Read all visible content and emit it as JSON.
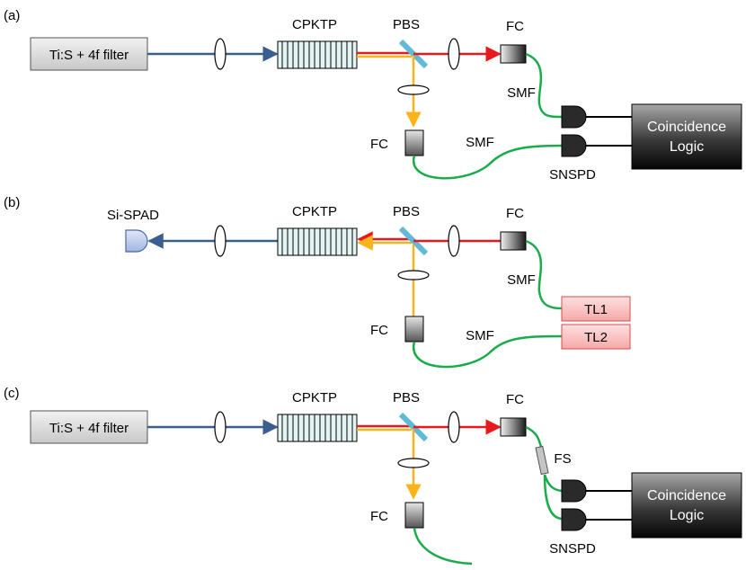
{
  "panels": [
    {
      "panel_label": "(a)",
      "source_box": "Ti:S + 4f filter",
      "crystal_label": "CPKTP",
      "splitter_label": "PBS",
      "coupler_top_label": "FC",
      "coupler_bottom_label": "FC",
      "fiber_top_label": "SMF",
      "fiber_bottom_label": "SMF",
      "detector_label": "SNSPD",
      "logic_line1": "Coincidence",
      "logic_line2": "Logic"
    },
    {
      "panel_label": "(b)",
      "detector_label": "Si-SPAD",
      "crystal_label": "CPKTP",
      "splitter_label": "PBS",
      "coupler_top_label": "FC",
      "coupler_bottom_label": "FC",
      "fiber_top_label": "SMF",
      "fiber_bottom_label": "SMF",
      "laser1_label": "TL1",
      "laser2_label": "TL2"
    },
    {
      "panel_label": "(c)",
      "source_box": "Ti:S + 4f filter",
      "crystal_label": "CPKTP",
      "splitter_label": "PBS",
      "coupler_top_label": "FC",
      "coupler_bottom_label": "FC",
      "stretcher_label": "FS",
      "detector_label": "SNSPD",
      "logic_line1": "Coincidence",
      "logic_line2": "Logic"
    }
  ],
  "colors": {
    "pump_beam": "#3a5f8f",
    "red_beam": "#e8191c",
    "orange_beam": "#f8b418",
    "fiber": "#1aab4a",
    "laser_box_fill": "#f9c4c4",
    "laser_box_stroke": "#d94a4a",
    "spad_fill": "#b8cdee",
    "crystal_fill": "#e4f3f3"
  }
}
